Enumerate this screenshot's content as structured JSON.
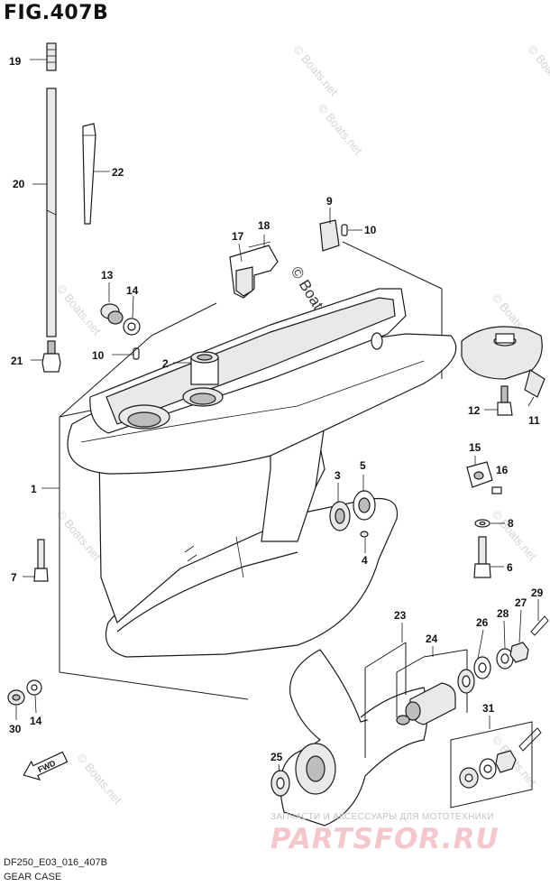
{
  "figure": {
    "title": "FIG.407B",
    "code": "DF250_E03_016_407B",
    "name": "GEAR CASE"
  },
  "callouts": [
    {
      "id": "c19",
      "label": "19"
    },
    {
      "id": "c20",
      "label": "20"
    },
    {
      "id": "c22",
      "label": "22"
    },
    {
      "id": "c13",
      "label": "13"
    },
    {
      "id": "c14a",
      "label": "14"
    },
    {
      "id": "c10a",
      "label": "10"
    },
    {
      "id": "c21",
      "label": "21"
    },
    {
      "id": "c2",
      "label": "2"
    },
    {
      "id": "c17",
      "label": "17"
    },
    {
      "id": "c18",
      "label": "18"
    },
    {
      "id": "c9",
      "label": "9"
    },
    {
      "id": "c10b",
      "label": "10"
    },
    {
      "id": "c11",
      "label": "11"
    },
    {
      "id": "c12",
      "label": "12"
    },
    {
      "id": "c1",
      "label": "1"
    },
    {
      "id": "c15",
      "label": "15"
    },
    {
      "id": "c16",
      "label": "16"
    },
    {
      "id": "c3",
      "label": "3"
    },
    {
      "id": "c5",
      "label": "5"
    },
    {
      "id": "c4",
      "label": "4"
    },
    {
      "id": "c8",
      "label": "8"
    },
    {
      "id": "c6",
      "label": "6"
    },
    {
      "id": "c7",
      "label": "7"
    },
    {
      "id": "c23",
      "label": "23"
    },
    {
      "id": "c24",
      "label": "24"
    },
    {
      "id": "c26",
      "label": "26"
    },
    {
      "id": "c28",
      "label": "28"
    },
    {
      "id": "c27",
      "label": "27"
    },
    {
      "id": "c29",
      "label": "29"
    },
    {
      "id": "c31",
      "label": "31"
    },
    {
      "id": "c25",
      "label": "25"
    },
    {
      "id": "c30",
      "label": "30"
    },
    {
      "id": "c14b",
      "label": "14"
    }
  ],
  "watermark": "© Boats.net",
  "badge": "FWD",
  "brand": {
    "tagline": "ЗАПЧАСТИ И АКСЕССУАРЫ ДЛЯ МОТОТЕХНИКИ",
    "logo": "PARTSFOR.RU",
    "accent": "#e8a0a8"
  }
}
